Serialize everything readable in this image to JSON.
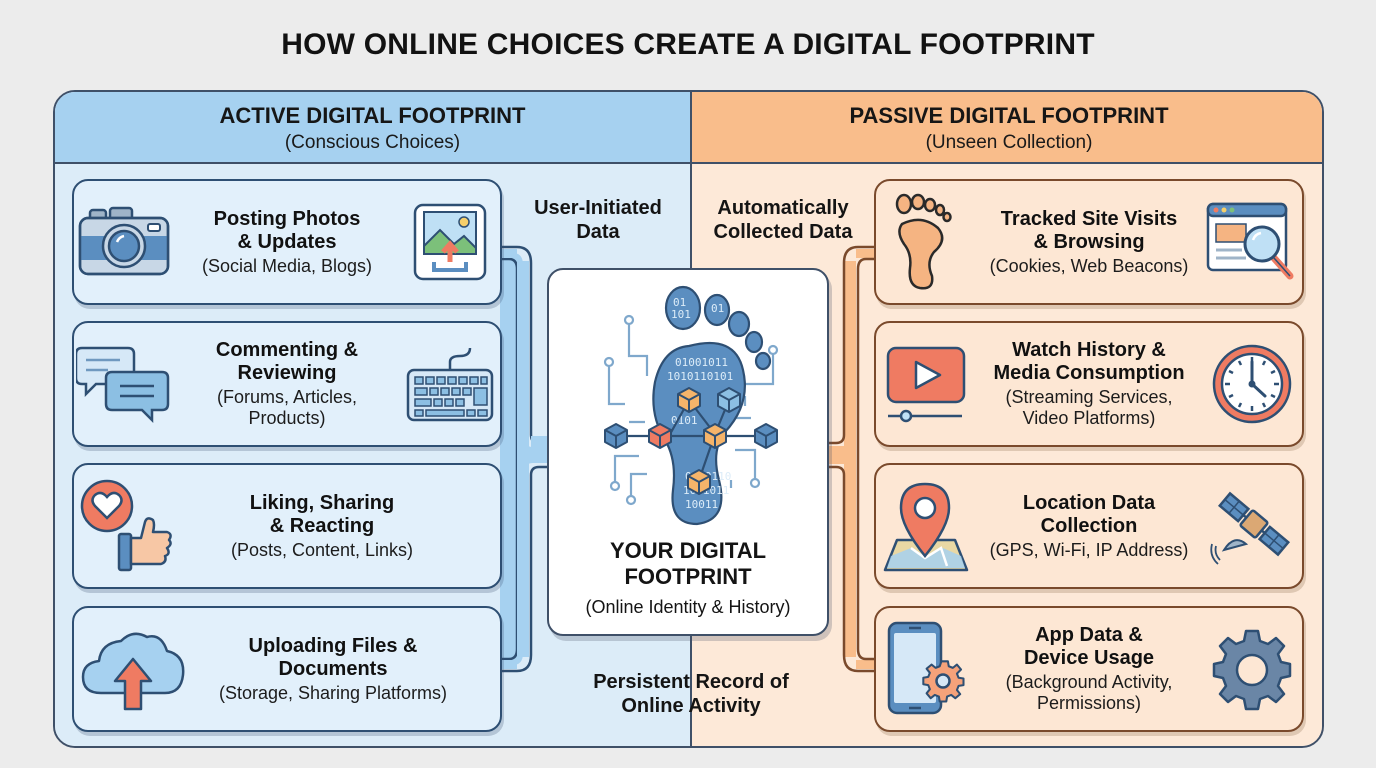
{
  "title": "HOW ONLINE CHOICES CREATE A DIGITAL FOOTPRINT",
  "colors": {
    "active_header": "#a6d1f0",
    "active_bg": "#dcecf8",
    "passive_header": "#f9bd8b",
    "passive_bg": "#fde9d8",
    "outline": "#3f5068",
    "accent_red": "#ef7b62",
    "accent_blue": "#5b8ec0"
  },
  "active": {
    "heading": "ACTIVE DIGITAL FOOTPRINT",
    "subheading": "(Conscious Choices)",
    "flow_label_line1": "User-Initiated",
    "flow_label_line2": "Data",
    "items": [
      {
        "title_line1": "Posting Photos",
        "title_line2": "& Updates",
        "detail_line1": "(Social Media, Blogs)",
        "detail_line2": "",
        "icon_left": "camera-icon",
        "icon_right": "image-upload-icon"
      },
      {
        "title_line1": "Commenting &",
        "title_line2": "Reviewing",
        "detail_line1": "(Forums, Articles,",
        "detail_line2": "Products)",
        "icon_left": "chat-bubbles-icon",
        "icon_right": "keyboard-icon"
      },
      {
        "title_line1": "Liking, Sharing",
        "title_line2": "& Reacting",
        "detail_line1": "(Posts, Content, Links)",
        "detail_line2": "",
        "icon_left": "heart-thumbs-up-icon",
        "icon_right": ""
      },
      {
        "title_line1": "Uploading Files &",
        "title_line2": "Documents",
        "detail_line1": "(Storage, Sharing Platforms)",
        "detail_line2": "",
        "icon_left": "cloud-upload-icon",
        "icon_right": ""
      }
    ]
  },
  "passive": {
    "heading": "PASSIVE DIGITAL FOOTPRINT",
    "subheading": "(Unseen Collection)",
    "flow_label_line1": "Automatically",
    "flow_label_line2": "Collected Data",
    "items": [
      {
        "title_line1": "Tracked Site Visits",
        "title_line2": "& Browsing",
        "detail_line1": "(Cookies, Web Beacons)",
        "detail_line2": "",
        "icon_left": "footprint-icon",
        "icon_right": "browser-search-icon"
      },
      {
        "title_line1": "Watch History &",
        "title_line2": "Media Consumption",
        "detail_line1": "(Streaming Services,",
        "detail_line2": "Video Platforms)",
        "icon_left": "video-play-icon",
        "icon_right": "clock-icon"
      },
      {
        "title_line1": "Location Data",
        "title_line2": "Collection",
        "detail_line1": "(GPS, Wi-Fi, IP Address)",
        "detail_line2": "",
        "icon_left": "map-pin-icon",
        "icon_right": "satellite-icon"
      },
      {
        "title_line1": "App Data &",
        "title_line2": "Device Usage",
        "detail_line1": "(Background Activity,",
        "detail_line2": "Permissions)",
        "icon_left": "phone-gear-icon",
        "icon_right": "gear-icon"
      }
    ]
  },
  "center": {
    "title_line1": "YOUR DIGITAL",
    "title_line2": "FOOTPRINT",
    "subtitle": "(Online Identity & History)",
    "icon": "digital-footprint-icon",
    "binary_rows": [
      "01001011",
      "1010110101",
      "0101101",
      "0010110",
      "1001011",
      "10011"
    ]
  },
  "bottom_label": {
    "line1": "Persistent Record of",
    "line2": "Online Activity"
  }
}
